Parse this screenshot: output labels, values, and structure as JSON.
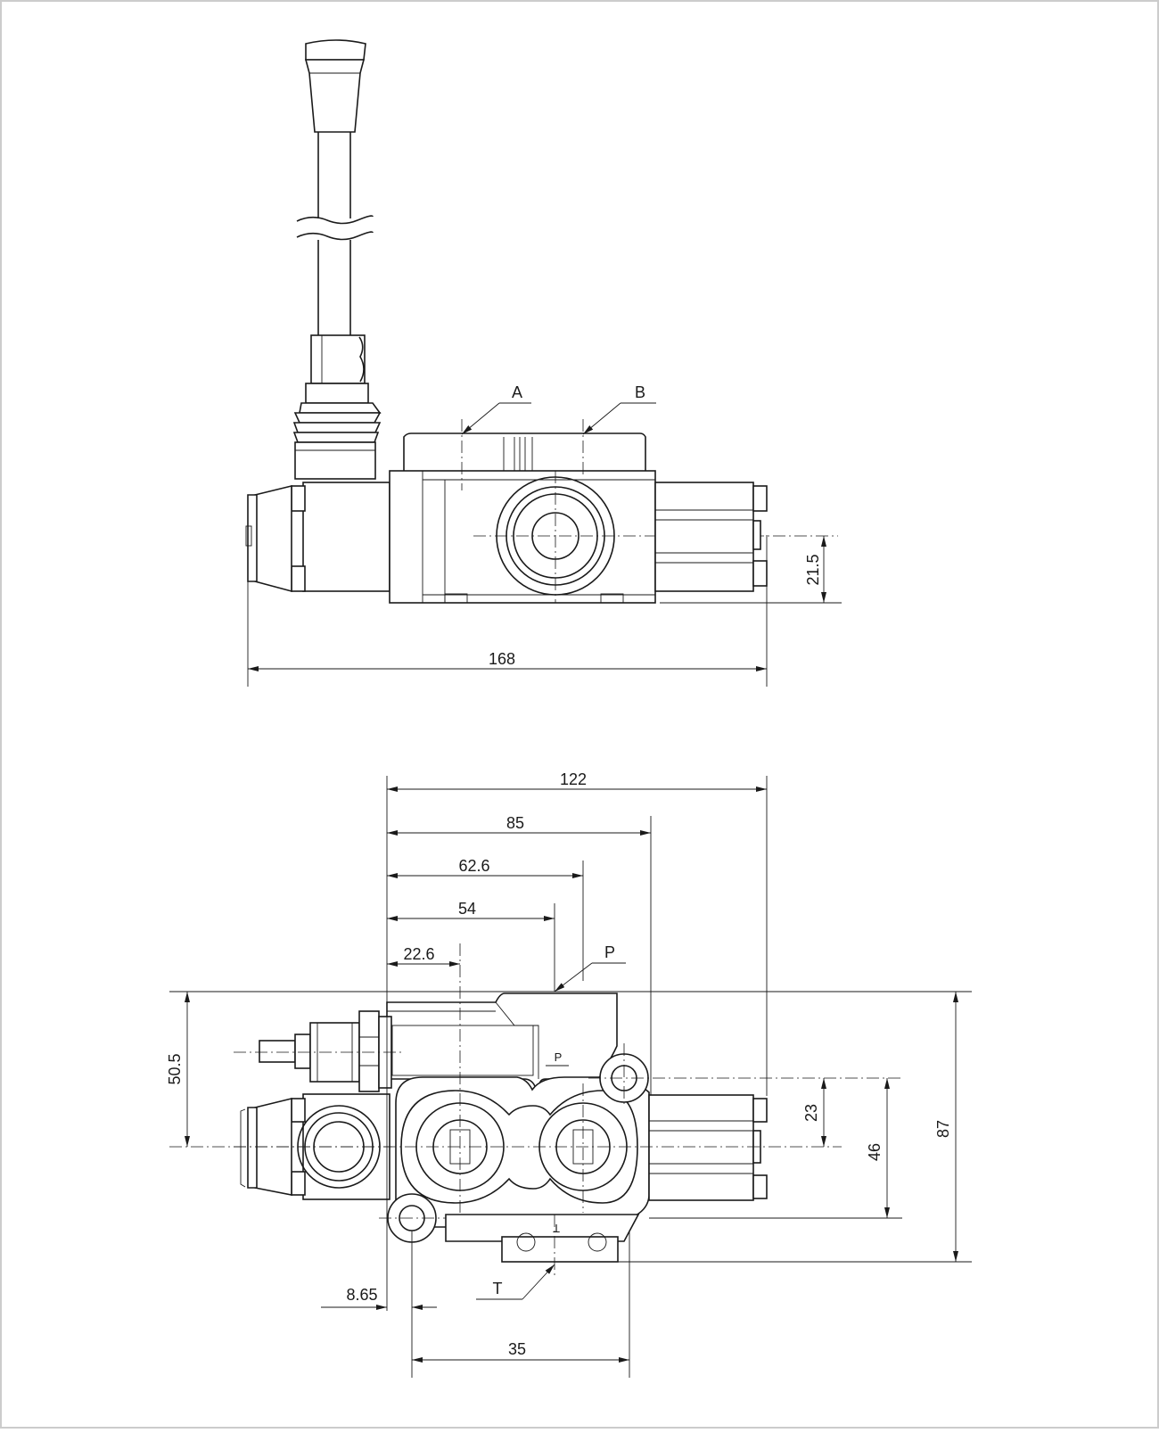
{
  "side_view": {
    "ports": {
      "a": "A",
      "b": "B"
    },
    "dims": {
      "height": "21.5",
      "length": "168"
    }
  },
  "top_view": {
    "ports": {
      "p": "P",
      "t": "T",
      "p_mark": "P",
      "t_mark": "T"
    },
    "dims": {
      "d122": "122",
      "d85": "85",
      "d62_6": "62.6",
      "d54": "54",
      "d22_6": "22.6",
      "d50_5": "50.5",
      "d23": "23",
      "d46": "46",
      "d87": "87",
      "d8_65": "8.65",
      "d35": "35"
    }
  },
  "colors": {
    "line": "#1a1a1a",
    "frame": "#cccccc",
    "background": "#ffffff"
  }
}
